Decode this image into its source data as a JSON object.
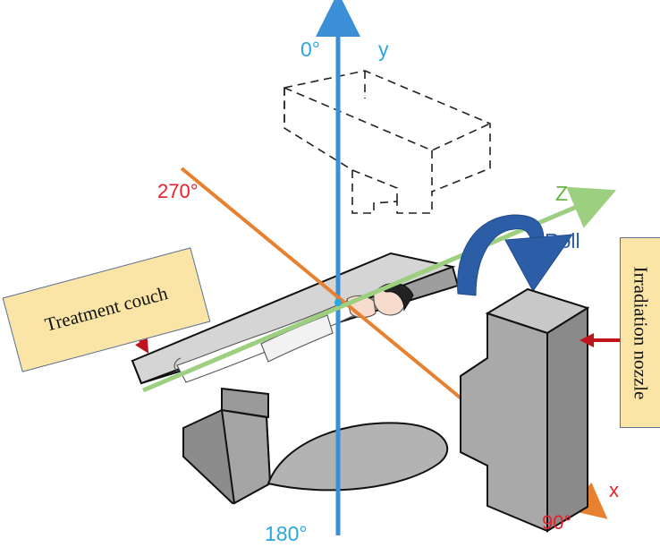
{
  "labels": {
    "angle_0": "0°",
    "axis_y": "y",
    "angle_270": "270°",
    "axis_z": "Z",
    "roll": "Roll",
    "angle_180": "180°",
    "angle_90": "90°",
    "axis_x": "x"
  },
  "callouts": {
    "treatment_couch": "Treatment couch",
    "irradiation_nozzle": "Irradiation nozzle"
  },
  "colors": {
    "y_axis": "#3b8fd6",
    "x_axis": "#e8812f",
    "z_axis": "#9ccf7f",
    "roll_arrow": "#2c5ea8",
    "pointer_arrow": "#c0141c",
    "couch": "#d5d5d5",
    "nozzle": "#a9a9a9",
    "callout_fill": "#fbe5a6"
  }
}
